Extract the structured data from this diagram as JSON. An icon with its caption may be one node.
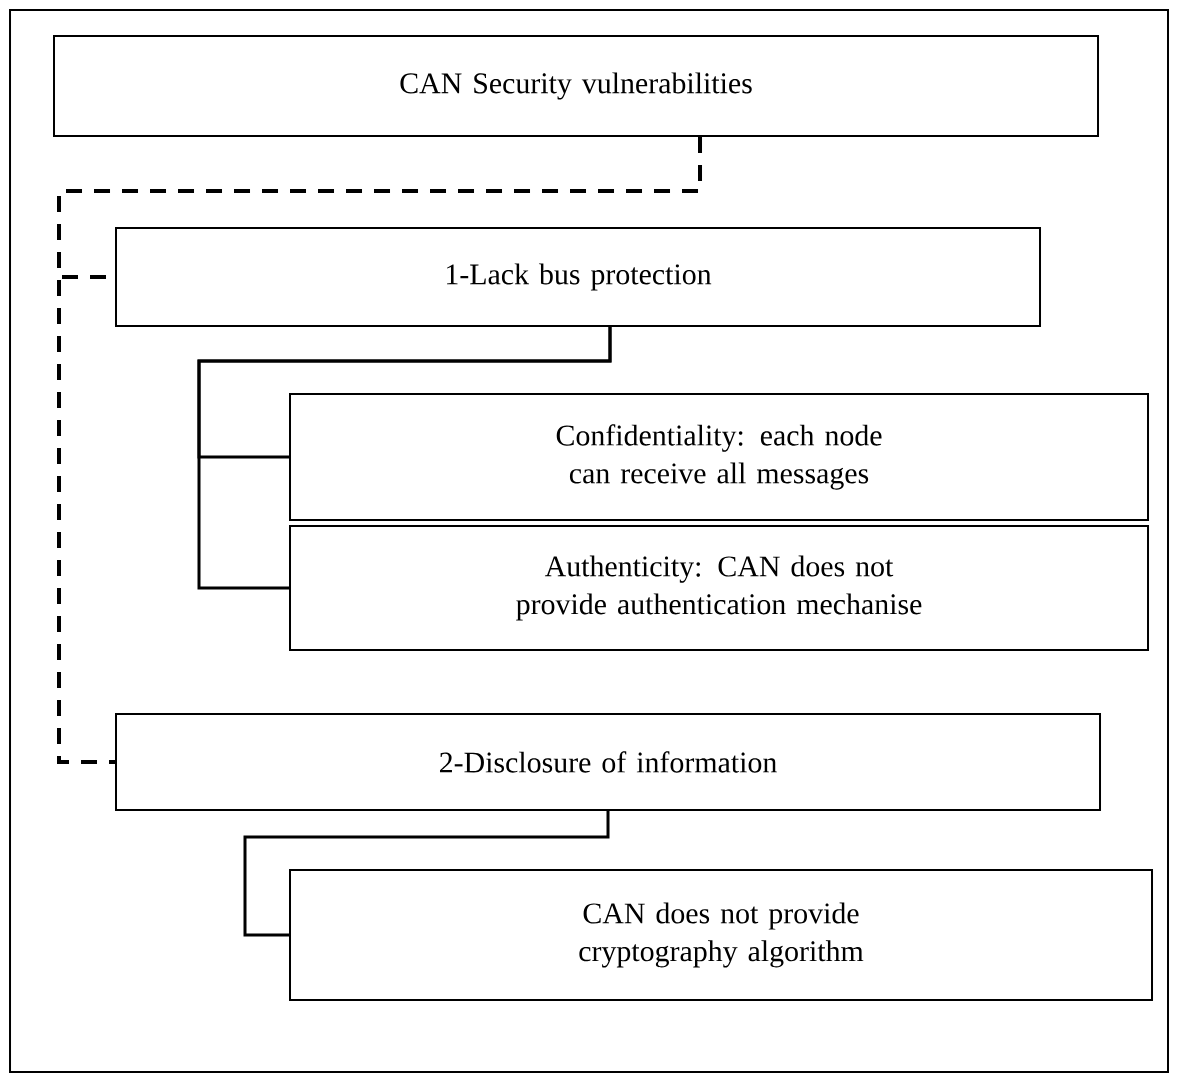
{
  "diagram": {
    "nodes": [
      {
        "text": [
          "CAN Security vulnerabilities"
        ]
      },
      {
        "text": [
          "1-Lack bus protection"
        ]
      },
      {
        "text": [
          "Confidentiality: each node can receive all messages"
        ]
      },
      {
        "text": [
          "Authenticity: CAN does not provide authentication mechanise"
        ]
      },
      {
        "text": [
          "2-Disclosure of information"
        ]
      },
      {
        "text": [
          "CAN does not provide cryptography algorithm"
        ]
      }
    ],
    "edges": [
      {
        "from": 0,
        "to": 1,
        "arrow": "none",
        "style": "dashed"
      },
      {
        "from": 0,
        "to": 4,
        "arrow": "none",
        "style": "dashed"
      },
      {
        "from": 1,
        "to": 2,
        "arrow": "none"
      },
      {
        "from": 1,
        "to": 3,
        "arrow": "none"
      },
      {
        "from": 4,
        "to": 5,
        "arrow": "none"
      }
    ]
  }
}
